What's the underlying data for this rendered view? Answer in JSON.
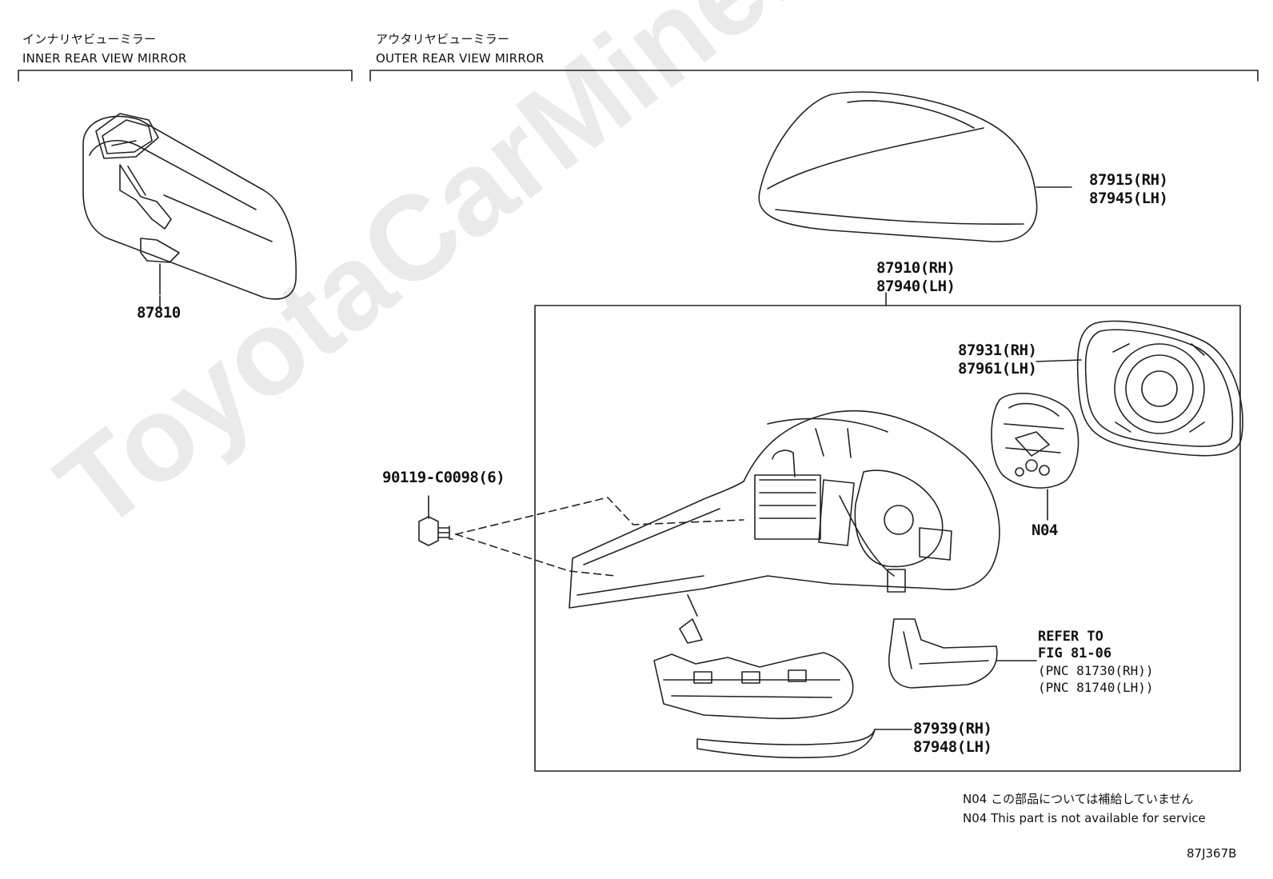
{
  "watermark": "ToyotaCarMine.ru",
  "sections": {
    "inner": {
      "jp": "インナリヤビューミラー",
      "en": "INNER REAR VIEW MIRROR"
    },
    "outer": {
      "jp": "アウタリヤビューミラー",
      "en": "OUTER REAR VIEW MIRROR"
    }
  },
  "parts": {
    "inner_mirror": "87810",
    "cover_rh": "87915(RH)",
    "cover_lh": "87945(LH)",
    "assy_rh": "87910(RH)",
    "assy_lh": "87940(LH)",
    "glass_rh": "87931(RH)",
    "glass_lh": "87961(LH)",
    "actuator": "N04",
    "screw": "90119-C0098(6)",
    "garnish_rh": "87939(RH)",
    "garnish_lh": "87948(LH)"
  },
  "reference": {
    "line1": "REFER TO",
    "line2": "FIG 81-06",
    "line3": "(PNC 81730(RH))",
    "line4": "(PNC 81740(LH))"
  },
  "notes": {
    "jp": "N04 この部品については補給していません",
    "en": "N04 This part is not available for service"
  },
  "figure_id": "87J367B"
}
